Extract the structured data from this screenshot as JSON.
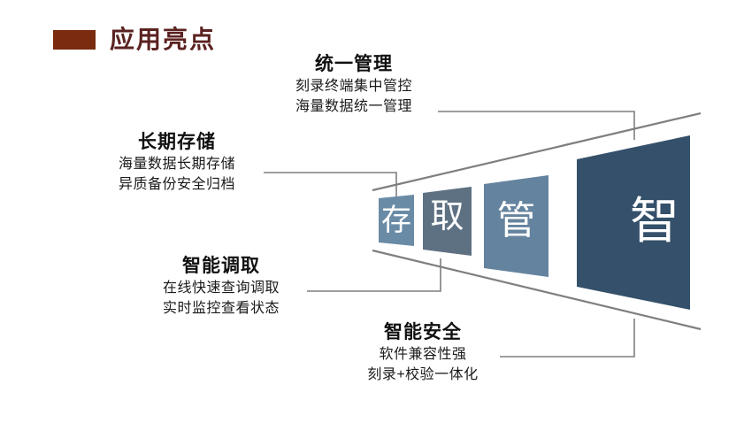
{
  "title": {
    "text": "应用亮点",
    "marker_color": "#7a2b10",
    "text_color": "#5a2220"
  },
  "funnel": {
    "blocks": [
      {
        "glyph": "存",
        "color": "#6a8ba6",
        "name": "block-cun"
      },
      {
        "glyph": "取",
        "color": "#5e7183",
        "name": "block-qu"
      },
      {
        "glyph": "管",
        "color": "#64839e",
        "name": "block-guan"
      },
      {
        "glyph": "智",
        "color": "#35506a",
        "name": "block-zhi"
      }
    ],
    "edge_color": "#7f7f7f",
    "connector_color": "#7f7f7f"
  },
  "callouts": [
    {
      "id": "unified",
      "heading": "统一管理",
      "lines": [
        "刻录终端集中管控",
        "海量数据统一管理"
      ]
    },
    {
      "id": "storage",
      "heading": "长期存储",
      "lines": [
        "海量数据长期存储",
        "异质备份安全归档"
      ]
    },
    {
      "id": "retrieve",
      "heading": "智能调取",
      "lines": [
        "在线快速查询调取",
        "实时监控查看状态"
      ]
    },
    {
      "id": "security",
      "heading": "智能安全",
      "lines": [
        "软件兼容性强",
        "刻录+校验一体化"
      ]
    }
  ],
  "chart_data": {
    "type": "diagram",
    "subtype": "perspective-funnel",
    "title": "应用亮点",
    "stages": [
      {
        "label": "存",
        "stage_index": 1,
        "callout_heading": "长期存储",
        "callout_lines": [
          "海量数据长期存储",
          "异质备份安全归档"
        ],
        "color": "#6a8ba6"
      },
      {
        "label": "取",
        "stage_index": 2,
        "callout_heading": "智能调取",
        "callout_lines": [
          "在线快速查询调取",
          "实时监控查看状态"
        ],
        "color": "#5e7183"
      },
      {
        "label": "管",
        "stage_index": 3,
        "callout_heading": "统一管理",
        "callout_lines": [
          "刻录终端集中管控",
          "海量数据统一管理"
        ],
        "color": "#64839e"
      },
      {
        "label": "智",
        "stage_index": 4,
        "callout_heading": "智能安全",
        "callout_lines": [
          "软件兼容性强",
          "刻录+校验一体化"
        ],
        "color": "#35506a"
      }
    ]
  }
}
